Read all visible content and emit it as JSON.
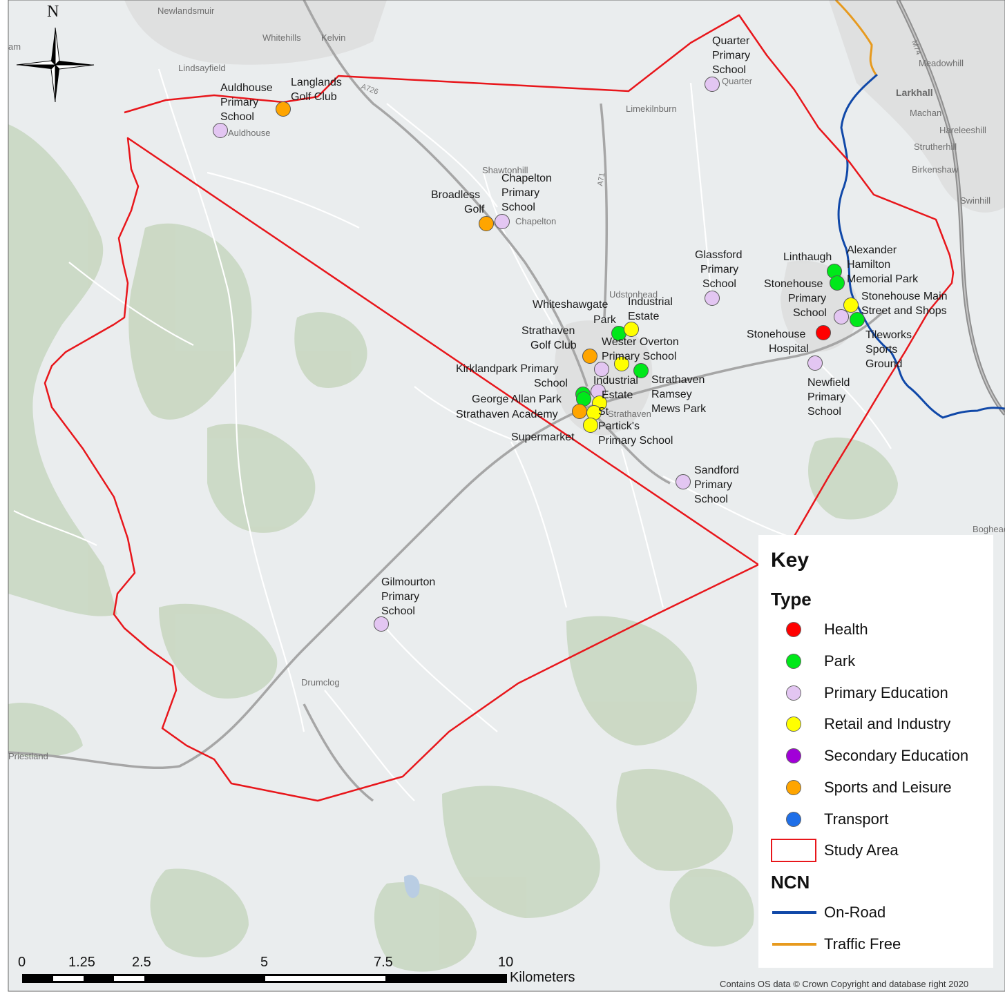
{
  "key": {
    "title": "Key",
    "type_heading": "Type",
    "types": [
      {
        "label": "Health",
        "color": "#ff0000"
      },
      {
        "label": "Park",
        "color": "#00e81a"
      },
      {
        "label": "Primary Education",
        "color": "#e3c6f2"
      },
      {
        "label": "Retail and Industry",
        "color": "#ffff00"
      },
      {
        "label": "Secondary Education",
        "color": "#a100d8"
      },
      {
        "label": "Sports and Leisure",
        "color": "#ffa500"
      },
      {
        "label": "Transport",
        "color": "#1f6fe8"
      }
    ],
    "study_area_label": "Study Area",
    "study_area_color": "#e8161b",
    "ncn_heading": "NCN",
    "ncn": [
      {
        "label": "On-Road",
        "color": "#1048a8"
      },
      {
        "label": "Traffic Free",
        "color": "#e79a1e"
      }
    ]
  },
  "north_arrow": "N",
  "scale_bar": {
    "ticks": [
      "0",
      "1.25",
      "2.5",
      "5",
      "7.5",
      "10"
    ],
    "unit": "Kilometers"
  },
  "credit": "Contains OS data © Crown Copyright and database right 2020",
  "poi_labels": [
    "Auldhouse",
    "Primary",
    "School",
    "Langlands",
    "Golf Club",
    "Quarter",
    "Primary",
    "School",
    "Broadless",
    "Golf",
    "Chapelton",
    "Primary",
    "School",
    "Glassford",
    "Primary",
    "School",
    "Linthaugh",
    "Alexander",
    "Hamilton",
    "Memorial Park",
    "Stonehouse",
    "Primary",
    "School",
    "Stonehouse Main",
    "Street and Shops",
    "Whiteshawgate",
    "Park",
    "Industrial",
    "Estate",
    "Strathaven",
    "Golf Club",
    "Wester Overton",
    "Primary School",
    "Stonehouse",
    "Hospital",
    "Tileworks",
    "Sports",
    "Ground",
    "Kirklandpark Primary",
    "School",
    "Industrial",
    "Estate",
    "Strathaven",
    "Ramsey",
    "Mews Park",
    "Newfield",
    "Primary",
    "School",
    "George Allan Park",
    "Strathaven Academy",
    "St",
    "Partick's",
    "Primary School",
    "Supermarket",
    "Sandford",
    "Primary",
    "School",
    "Gilmourton",
    "Primary",
    "School"
  ],
  "place_labels": [
    "Newlandsmuir",
    "Whitehills",
    "Kelvin",
    "Lindsayfield",
    "Auldhouse",
    "Limekilnburn",
    "Quarter",
    "Shawtonhill",
    "Chapelton",
    "Udstonhead",
    "Meadowhill",
    "Larkhall",
    "Machan",
    "Hareleeshill",
    "Strutherhill",
    "Birkenshaw",
    "Swinhill",
    "Strathaven",
    "Drumclog",
    "Boghead",
    "Priestland",
    "am"
  ],
  "road_labels": [
    "A726",
    "A71",
    "M74"
  ]
}
